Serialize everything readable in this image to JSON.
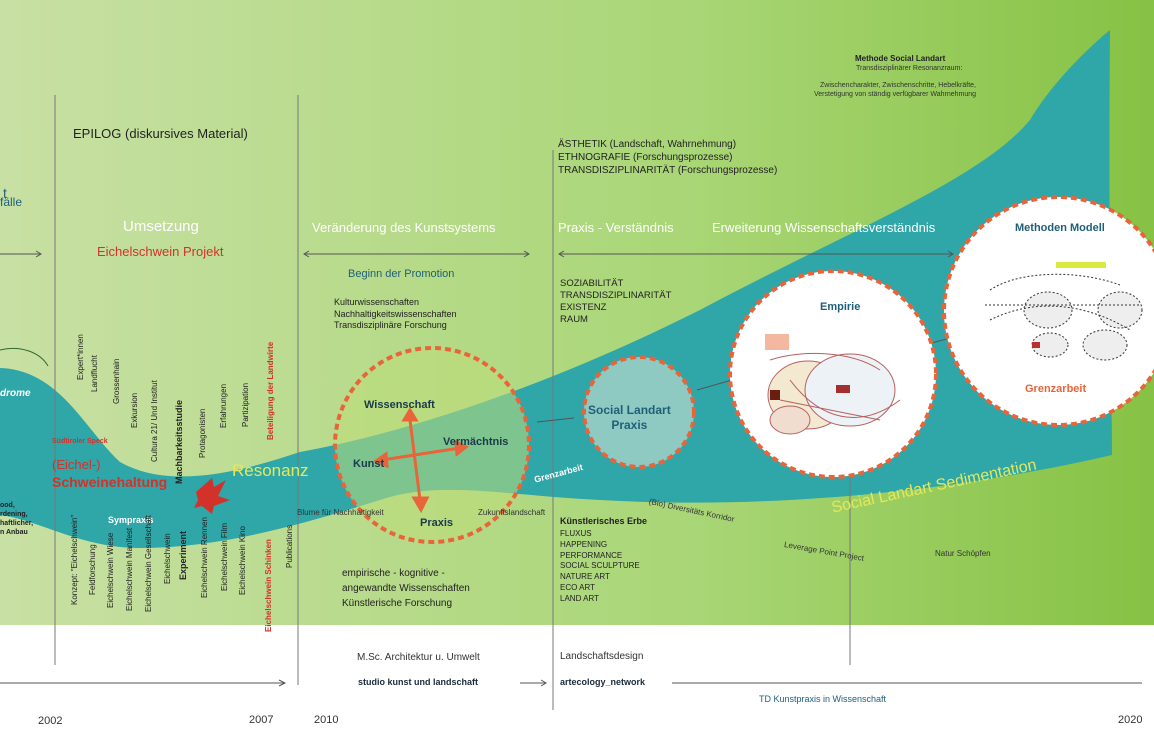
{
  "top_method": {
    "title": "Methode Social Landart",
    "subtitle": "Transdisziplinärer Resonanzraum:",
    "desc": "Zwischencharakter, Zwischenschritte, Hebelkräfte,\nVerstetigung von ständig verfügbarer Wahrnehmung"
  },
  "epilog": "EPILOG (diskursives Material)",
  "aesthetics": "ÄSTHETIK (Landschaft, Wahrnehmung)\nETHNOGRAFIE (Forschungsprozesse)\nTRANSDISZIPLINARITÄT (Forschungsprozesse)",
  "left_t": "t",
  "left_faelle": "fälle",
  "left_drome": "drome",
  "phases": {
    "umsetzung": "Umsetzung",
    "eichelschwein_projekt": "Eichelschwein Projekt",
    "veraenderung": "Veränderung des Kunstsystems",
    "praxis": "Praxis - Verständnis",
    "erweiterung": "Erweiterung Wissenschaftsverständnis"
  },
  "promotion": {
    "title": "Beginn der Promotion",
    "fields": "Kulturwissenschaften\nNachhaltigkeitswissenschaften\nTransdisziplinäre Forschung"
  },
  "sozial": "SOZIABILITÄT\nTRANSDISZIPLINARITÄT\nEXISTENZ\nRAUM",
  "circles": {
    "wissenschaft": "Wissenschaft",
    "kunst": "Kunst",
    "vermaechtnis": "Vermächtnis",
    "praxis": "Praxis",
    "sla_praxis": "Social Landart\nPraxis",
    "empirie": "Empirie",
    "methoden": "Methoden Modell",
    "grenzarbeit": "Grenzarbeit"
  },
  "river": {
    "resonanz": "Resonanz",
    "sedimentation": "Social Landart Sedimentation",
    "grenzarbeit": "Grenzarbeit",
    "sympraxis": "Sympraxis"
  },
  "left_words": {
    "eichel": "(Eichel-)",
    "schweinehaltung": "Schweinehaltung",
    "speck": "Südtiroler Speck",
    "partial": "ood,\nrdening,\nhaftlicher,\nn Anbau"
  },
  "vertical_upper": [
    "Expert*innen",
    "Landflucht",
    "Grossenhain",
    "Exkursion",
    "Cultura 21/ Und Institut",
    "Machbarkeitsstudie",
    "Protagonisten",
    "Erfahrungen",
    "Partizipation",
    "Beteiligung der Landwirte"
  ],
  "vertical_lower": [
    "Konzept: \"Eichelschwein\"",
    "Feldforschung",
    "Eichelschwein Wiese",
    "Eichelschwein Manifest",
    "Eichelschwein Gesellschaft",
    "Eichelschwein",
    "Experiment",
    "Eichelschwein Rennen",
    "Eichelschwein Film",
    "Eichelschwein Kino",
    "Eichelschwein Schinken",
    "Publications"
  ],
  "curve_labels": {
    "blume": "Blume für Nachhaltigkeit",
    "zukunft": "Zukunftslandschaft",
    "bio": "(Bio) Diversitäts Korridor",
    "leverage": "Leverage Point Project",
    "natur": "Natur Schöpfen"
  },
  "empirisch": "empirische - kognitive -\nangewandte Wissenschaften\nKünstlerische Forschung",
  "erbe": {
    "title": "Künstlerisches Erbe",
    "items": "FLUXUS\nHAPPENING\nPERFORMANCE\nSOCIAL SCULPTURE\nNATURE ART\nECO ART\nLAND ART"
  },
  "bottom": {
    "msc": "M.Sc. Architektur u. Umwelt",
    "landschaftsdesign": "Landschaftsdesign",
    "studio": "studio kunst und landschaft",
    "artecology": "artecology_network",
    "td": "TD Kunstpraxis in Wissenschaft"
  },
  "years": [
    "2002",
    "2007",
    "2010",
    "2020"
  ],
  "colors": {
    "river": "#2fa6a8",
    "accent_red": "#d3322a",
    "dash_orange": "#e8643a",
    "promo_blue": "#1f5f7a"
  }
}
